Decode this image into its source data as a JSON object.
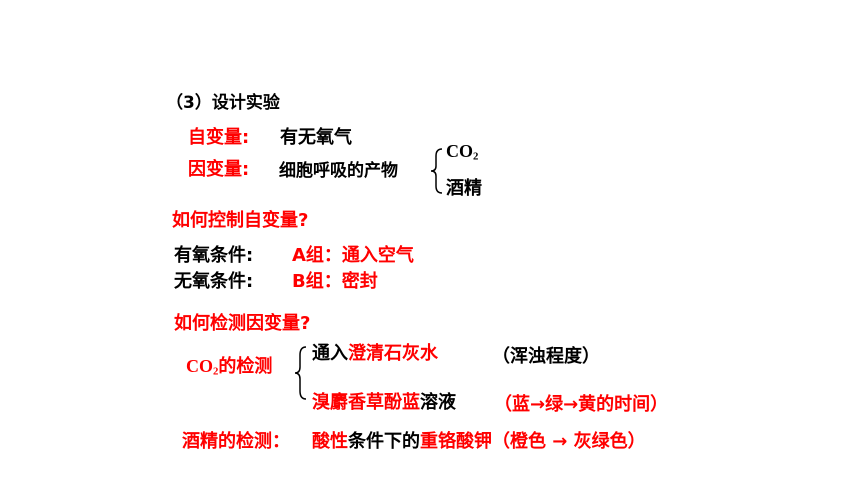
{
  "section_title": "（3）设计实验",
  "independent_var": {
    "label": "自变量:",
    "value": "有无氧气"
  },
  "dependent_var": {
    "label": "因变量:",
    "value": "细胞呼吸的产物",
    "products": {
      "co2_main": "CO",
      "co2_sub": "2",
      "alcohol": "酒精"
    }
  },
  "control_question": "如何控制自变量?",
  "aerobic": {
    "label": "有氧条件:",
    "group": "A组：通入空气"
  },
  "anaerobic": {
    "label": "无氧条件:",
    "group": "B组：密封"
  },
  "detect_question": "如何检测因变量?",
  "co2_detection": {
    "label_main": "CO",
    "label_sub": "2",
    "label_suffix": "的检测",
    "method1": {
      "prefix": "通入",
      "reagent": "澄清石灰水",
      "note": "（浑浊程度）"
    },
    "method2": {
      "reagent": "溴麝香草酚蓝",
      "suffix": "溶液",
      "note": "（蓝→绿→黄的时间）"
    }
  },
  "alcohol_detection": {
    "label": "酒精的检测：",
    "part1": "酸性",
    "part2": "条件下的",
    "part3": "重铬酸钾（橙色 → 灰绿色）"
  }
}
